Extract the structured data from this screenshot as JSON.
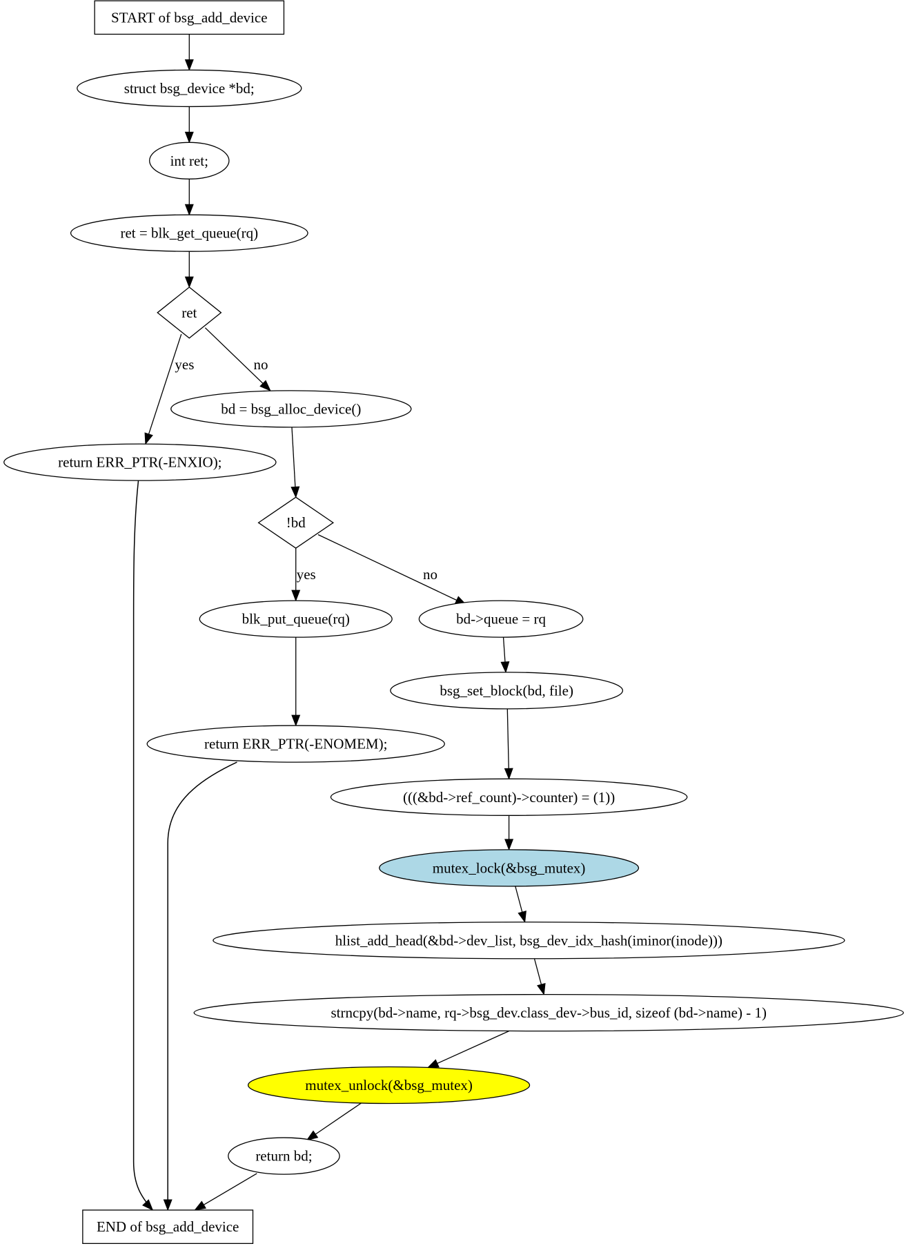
{
  "nodes": [
    {
      "id": "start",
      "label": "START of bsg_add_device",
      "shape": "box"
    },
    {
      "id": "n1",
      "label": "struct bsg_device *bd;",
      "shape": "ellipse"
    },
    {
      "id": "n2",
      "label": "int ret;",
      "shape": "ellipse"
    },
    {
      "id": "n3",
      "label": "ret = blk_get_queue(rq)",
      "shape": "ellipse"
    },
    {
      "id": "d1",
      "label": "ret",
      "shape": "diamond"
    },
    {
      "id": "n4",
      "label": "return ERR_PTR(-ENXIO);",
      "shape": "ellipse"
    },
    {
      "id": "n5",
      "label": "bd = bsg_alloc_device()",
      "shape": "ellipse"
    },
    {
      "id": "d2",
      "label": "!bd",
      "shape": "diamond"
    },
    {
      "id": "n6",
      "label": "blk_put_queue(rq)",
      "shape": "ellipse"
    },
    {
      "id": "n7",
      "label": "bd->queue = rq",
      "shape": "ellipse"
    },
    {
      "id": "n8",
      "label": "return ERR_PTR(-ENOMEM);",
      "shape": "ellipse"
    },
    {
      "id": "n9",
      "label": "bsg_set_block(bd, file)",
      "shape": "ellipse"
    },
    {
      "id": "n10",
      "label": "(((&bd->ref_count)->counter) = (1))",
      "shape": "ellipse"
    },
    {
      "id": "n11",
      "label": "mutex_lock(&bsg_mutex)",
      "shape": "ellipse",
      "fill": "#add8e6"
    },
    {
      "id": "n12",
      "label": "hlist_add_head(&bd->dev_list, bsg_dev_idx_hash(iminor(inode)))",
      "shape": "ellipse"
    },
    {
      "id": "n13",
      "label": "strncpy(bd->name, rq->bsg_dev.class_dev->bus_id, sizeof (bd->name) - 1)",
      "shape": "ellipse"
    },
    {
      "id": "n14",
      "label": "mutex_unlock(&bsg_mutex)",
      "shape": "ellipse",
      "fill": "#ffff00"
    },
    {
      "id": "n15",
      "label": "return bd;",
      "shape": "ellipse"
    },
    {
      "id": "end",
      "label": "END of bsg_add_device",
      "shape": "box"
    }
  ],
  "edges": [
    {
      "from": "start",
      "to": "n1",
      "label": ""
    },
    {
      "from": "n1",
      "to": "n2",
      "label": ""
    },
    {
      "from": "n2",
      "to": "n3",
      "label": ""
    },
    {
      "from": "n3",
      "to": "d1",
      "label": ""
    },
    {
      "from": "d1",
      "to": "n4",
      "label": "yes"
    },
    {
      "from": "d1",
      "to": "n5",
      "label": "no"
    },
    {
      "from": "n4",
      "to": "end",
      "label": ""
    },
    {
      "from": "n5",
      "to": "d2",
      "label": ""
    },
    {
      "from": "d2",
      "to": "n6",
      "label": "yes"
    },
    {
      "from": "d2",
      "to": "n7",
      "label": "no"
    },
    {
      "from": "n6",
      "to": "n8",
      "label": ""
    },
    {
      "from": "n8",
      "to": "end",
      "label": ""
    },
    {
      "from": "n7",
      "to": "n9",
      "label": ""
    },
    {
      "from": "n9",
      "to": "n10",
      "label": ""
    },
    {
      "from": "n10",
      "to": "n11",
      "label": ""
    },
    {
      "from": "n11",
      "to": "n12",
      "label": ""
    },
    {
      "from": "n12",
      "to": "n13",
      "label": ""
    },
    {
      "from": "n13",
      "to": "n14",
      "label": ""
    },
    {
      "from": "n14",
      "to": "n15",
      "label": ""
    },
    {
      "from": "n15",
      "to": "end",
      "label": ""
    }
  ]
}
